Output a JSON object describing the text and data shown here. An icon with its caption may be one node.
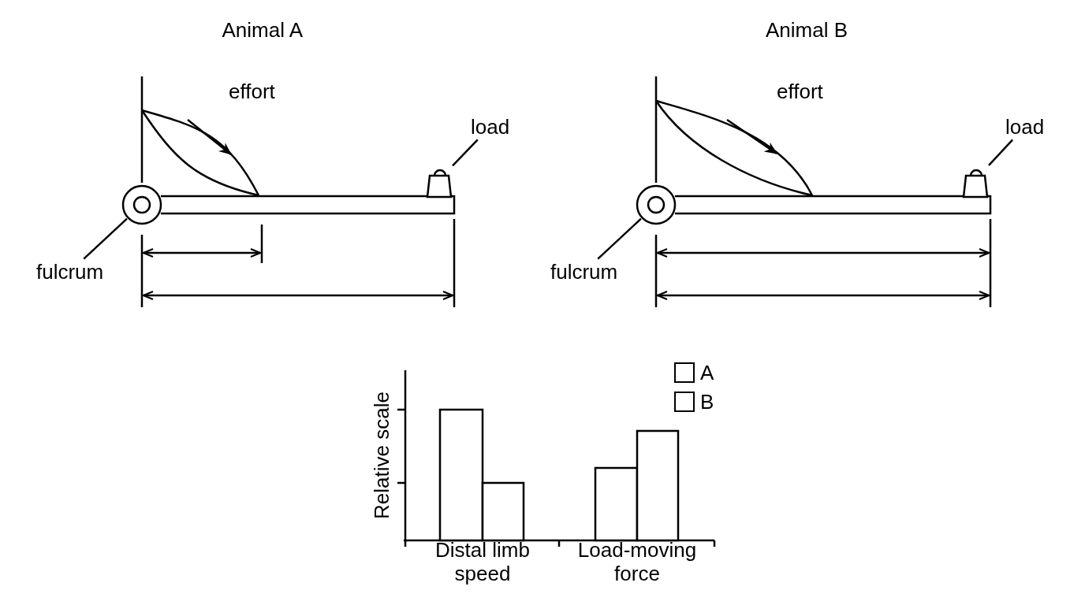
{
  "diagram": {
    "nodes": [
      {
        "text": [
          "fulcrum"
        ]
      },
      {
        "text": [],
        "shape": "circle"
      },
      {
        "text": [
          "load"
        ]
      },
      {
        "text": [],
        "shape": "box"
      },
      {
        "text": [
          "fulcrum"
        ]
      },
      {
        "text": [],
        "shape": "circle"
      },
      {
        "text": [
          "load"
        ]
      },
      {
        "text": [],
        "shape": "box"
      }
    ],
    "edges": [
      {
        "from": 0,
        "to": 1,
        "arrow": "none"
      },
      {
        "from": 2,
        "to": 3,
        "arrow": "none"
      },
      {
        "from": 4,
        "to": 5,
        "arrow": "none"
      },
      {
        "from": 6,
        "to": 7,
        "arrow": "none"
      }
    ],
    "labels": [
      "Animal A",
      "Animal B",
      "effort",
      "effort",
      "Relative scale",
      "Distal limb speed",
      "Load-moving force"
    ],
    "legend": [
      {
        "text": "A"
      },
      {
        "text": "B"
      }
    ]
  }
}
